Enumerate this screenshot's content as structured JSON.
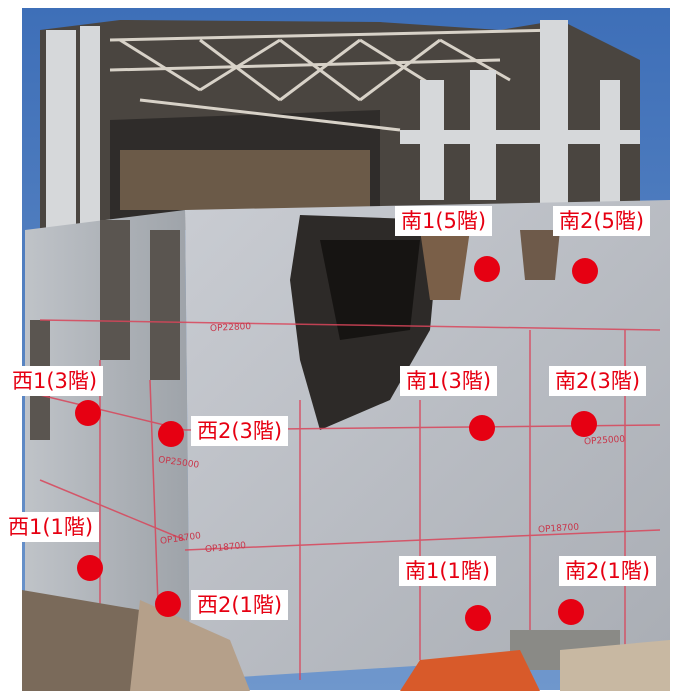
{
  "accent_color": "#e60012",
  "labels": {
    "south1_5f": "南1(5階)",
    "south2_5f": "南2(5階)",
    "west1_3f": "西1(3階)",
    "south1_3f": "南1(3階)",
    "south2_3f": "南2(3階)",
    "west2_3f": "西2(3階)",
    "west1_1f": "西1(1階)",
    "south1_1f": "南1(1階)",
    "south2_1f": "南2(1階)",
    "west2_1f": "西2(1階)"
  },
  "wall_annotations": {
    "op_22800": "OP22800",
    "op_25000_w": "OP25000",
    "op_25000_s": "OP25000",
    "op_18700_w1": "OP18700",
    "op_18700_w2": "OP18700",
    "op_18700_s": "OP18700"
  }
}
